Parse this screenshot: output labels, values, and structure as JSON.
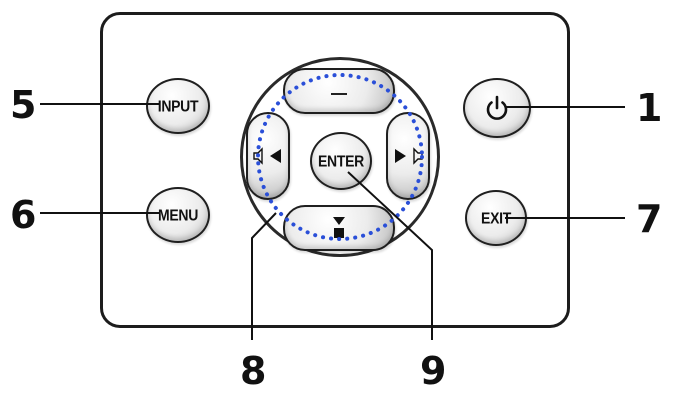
{
  "buttons": {
    "input": "INPUT",
    "menu": "MENU",
    "enter": "ENTER",
    "exit": "EXIT"
  },
  "callouts": {
    "power": "1",
    "input": "5",
    "menu": "6",
    "exit": "7",
    "directional": "8",
    "enter": "9"
  },
  "icons": {
    "power": "power-icon",
    "up": "arrow-up-icon",
    "down": "arrow-down-icon",
    "left": "arrow-left-volume-icon",
    "right": "arrow-right-volume-icon"
  }
}
